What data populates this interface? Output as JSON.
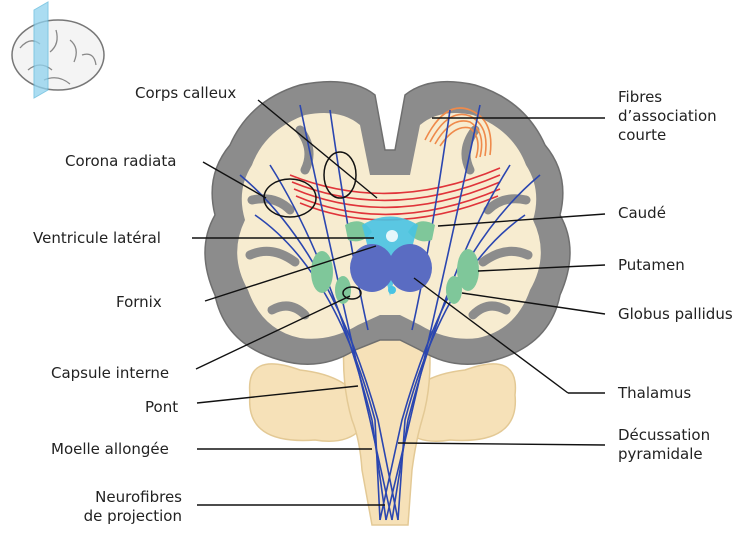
{
  "labels": {
    "corps_calleux": "Corps calleux",
    "corona_radiata": "Corona radiata",
    "ventricule_lateral": "Ventricule latéral",
    "fornix": "Fornix",
    "capsule_interne": "Capsule interne",
    "pont": "Pont",
    "moelle_allongee": "Moelle allongée",
    "neurofibres_1": "Neurofibres",
    "neurofibres_2": "de projection",
    "fibres_1": "Fibres",
    "fibres_2": "d’association",
    "fibres_3": "courte",
    "caude": "Caudé",
    "putamen": "Putamen",
    "globus_pallidus": "Globus pallidus",
    "thalamus": "Thalamus",
    "decussation_1": "Décussation",
    "decussation_2": "pyramidale"
  },
  "colors": {
    "cortex_gray": "#8c8c8c",
    "white_matter": "#f7ecd0",
    "cerebellum": "#f6e1b8",
    "projection_fibres": "#2b46b0",
    "commissural_fibres": "#e0343a",
    "association_fibres": "#ef8a4b",
    "basal_nuclei": "#7fc79a",
    "thalamus": "#5a6cc2",
    "ventricle": "#48c3e3",
    "thumbnail_plane": "#8fd2ee"
  },
  "icons": [
    "brain-orientation-icon"
  ]
}
